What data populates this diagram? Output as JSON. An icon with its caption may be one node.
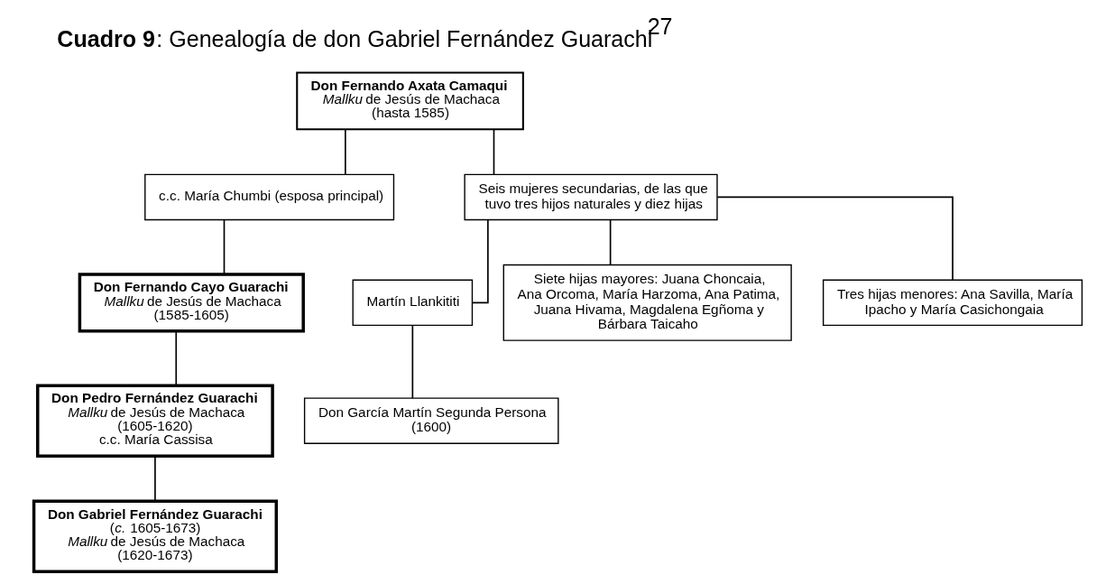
{
  "diagram": {
    "title": "**Cuadro 9**: Genealogía de don Gabriel Fernández Guarachi$^{27}$",
    "nodes": [
      {
        "text": [
          "Don Fernando Axata Camaqui",
          "*Mallku* de Jesús de Machaca",
          "(hasta 1585)"
        ]
      },
      {
        "text": [
          "c.c. María Chumbi (esposa principal)"
        ]
      },
      {
        "text": [
          "Seis mujeres secundarias, de las que tuvo tres hijos naturales y diez hijas"
        ]
      },
      {
        "text": [
          "Don Fernando Cayo Guarachi",
          "*Mallku* de Jesús de Machaca",
          "(1585-1605)"
        ]
      },
      {
        "text": [
          "Martín Llankititi"
        ]
      },
      {
        "text": [
          "Siete hijas mayores: Juana Choncaia, Ana Orcoma, María Harzoma, Ana Patima, Juana Hivama, Magdalena Egñoma y Bárbara Taicaho"
        ]
      },
      {
        "text": [
          "Tres hijas menores: Ana Savilla, María Ipacho y María Casichongaia"
        ]
      },
      {
        "text": [
          "Don Pedro Fernández Guarachi",
          "*Mallku* de Jesús de Machaca",
          "(1605-1620)",
          "c.c. María Cassisa"
        ]
      },
      {
        "text": [
          "Don García Martín Segunda Persona (1600)"
        ]
      },
      {
        "text": [
          "Don Gabriel Fernández Guarachi",
          "(*c.* 1605-1673)",
          "*Mallku* de Jesús de Machaca",
          "(1620-1673)"
        ]
      }
    ],
    "edges": [
      {
        "from": 0,
        "to": 1,
        "arrow": "none"
      },
      {
        "from": 0,
        "to": 2,
        "arrow": "none"
      },
      {
        "from": 1,
        "to": 3,
        "arrow": "none"
      },
      {
        "from": 2,
        "to": 4,
        "arrow": "none"
      },
      {
        "from": 2,
        "to": 5,
        "arrow": "none"
      },
      {
        "from": 2,
        "to": 6,
        "arrow": "none"
      },
      {
        "from": 3,
        "to": 7,
        "arrow": "none"
      },
      {
        "from": 4,
        "to": 8,
        "arrow": "none"
      },
      {
        "from": 7,
        "to": 9,
        "arrow": "none"
      }
    ]
  }
}
